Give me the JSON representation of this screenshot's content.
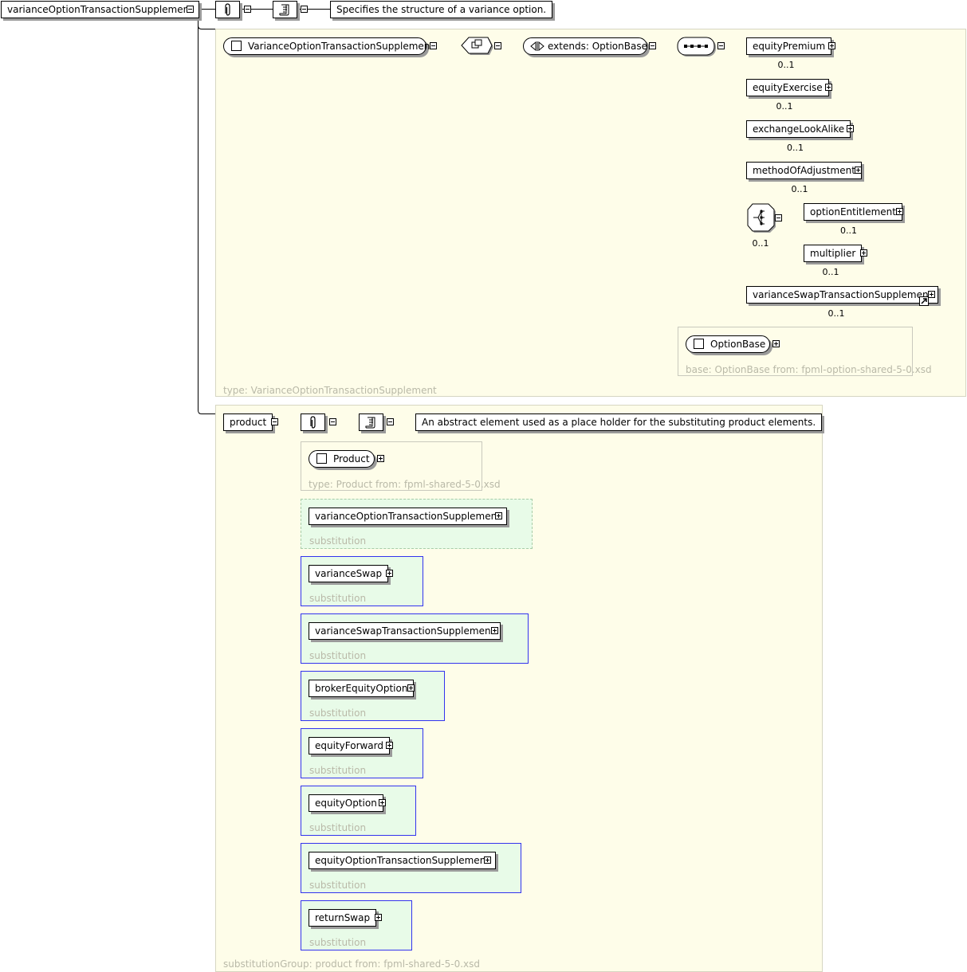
{
  "root": {
    "name": "varianceOptionTransactionSupplement",
    "annotation": "Specifies the structure of a variance option."
  },
  "type_panel": {
    "complex_type": "VarianceOptionTransactionSupplement",
    "extends": "extends: OptionBase",
    "caption": "type: VarianceOptionTransactionSupplement",
    "children": [
      {
        "name": "equityPremium",
        "card": "0..1"
      },
      {
        "name": "equityExercise",
        "card": "0..1"
      },
      {
        "name": "exchangeLookAlike",
        "card": "0..1"
      },
      {
        "name": "methodOfAdjustment",
        "card": "0..1"
      }
    ],
    "choice": {
      "card": "0..1",
      "items": [
        {
          "name": "optionEntitlement",
          "card": "0..1"
        },
        {
          "name": "multiplier",
          "card": "0..1"
        }
      ]
    },
    "last_child": {
      "name": "varianceSwapTransactionSupplement",
      "card": "0..1"
    },
    "base": {
      "name": "OptionBase",
      "caption": "base: OptionBase from: fpml-option-shared-5-0.xsd"
    }
  },
  "product_panel": {
    "name": "product",
    "annotation": "An abstract element used as a place holder for the substituting product elements.",
    "type_box": {
      "name": "Product",
      "caption": "type: Product from: fpml-shared-5-0.xsd"
    },
    "substitution_label": "substitution",
    "substitutions": [
      "varianceOptionTransactionSupplement",
      "varianceSwap",
      "varianceSwapTransactionSupplement",
      "brokerEquityOption",
      "equityForward",
      "equityOption",
      "equityOptionTransactionSupplement",
      "returnSwap"
    ],
    "caption": "substitutionGroup: product from: fpml-shared-5-0.xsd"
  },
  "colors": {
    "panel_bg": "#fefde9",
    "substitution_bg": "#e8fbe8",
    "substitution_border": "#3333ee",
    "caption_text": "#b9b9a8"
  },
  "icons": [
    "attachment-icon",
    "documentation-icon",
    "sequence-compositor-icon",
    "choice-compositor-icon",
    "complex-type-icon",
    "extension-icon",
    "reference-arrow-icon"
  ]
}
